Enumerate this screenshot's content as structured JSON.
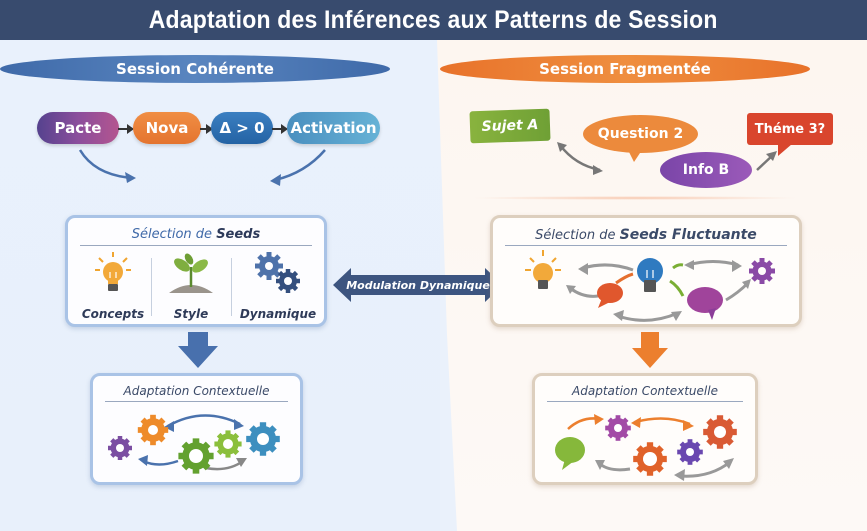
{
  "title": "Adaptation des Inférences aux Patterns de Session",
  "colors": {
    "header_bg": "#384b6e",
    "coherent_accent": "#4a76b4",
    "fragmented_accent": "#ec7f33",
    "modulation_arrow": "#3d5580"
  },
  "left": {
    "header": "Session Cohérente",
    "flow": [
      {
        "label": "Pacte",
        "color": "#6a4a9a"
      },
      {
        "label": "Nova",
        "color": "#e8793a"
      },
      {
        "label": "Δ > 0",
        "color": "#2f6eae"
      },
      {
        "label": "Activation",
        "color": "#4e9cc8"
      }
    ],
    "selection": {
      "title_prefix": "Sélection de",
      "title_bold": "Seeds",
      "items": [
        {
          "label": "Concepts",
          "icon": "lightbulb-icon"
        },
        {
          "label": "Style",
          "icon": "sprout-icon"
        },
        {
          "label": "Dynamique",
          "icon": "gears-icon"
        }
      ]
    },
    "adaptation": {
      "title": "Adaptation Contextuelle",
      "icon": "gears-cluster-icon"
    }
  },
  "right": {
    "header": "Session Fragmentée",
    "fragments": [
      {
        "label": "Sujet A",
        "color": "#7fad3c",
        "shape": "rectangle"
      },
      {
        "label": "Question 2",
        "color": "#ec8a3c",
        "shape": "speech-bubble"
      },
      {
        "label": "Info B",
        "color": "#8a4fb0",
        "shape": "ellipse"
      },
      {
        "label": "Théme 3?",
        "color": "#d9452d",
        "shape": "speech-box"
      }
    ],
    "selection": {
      "title_prefix": "Sélection de",
      "title_bold": "Seeds Fluctuante"
    },
    "adaptation": {
      "title": "Adaptation Contextuelle",
      "icon": "gears-cluster-icon"
    }
  },
  "modulation": {
    "label": "Modulation Dynamique"
  }
}
